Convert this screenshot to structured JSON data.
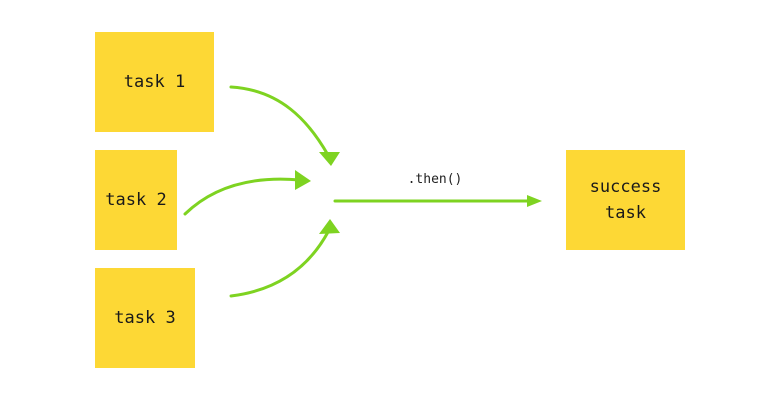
{
  "diagram": {
    "nodes": {
      "task1": "task 1",
      "task2": "task 2",
      "task3": "task 3",
      "success": "success\ntask"
    },
    "edge_label": ".then()"
  },
  "colors": {
    "note": "#fdd835",
    "arrow": "#7ed321"
  }
}
